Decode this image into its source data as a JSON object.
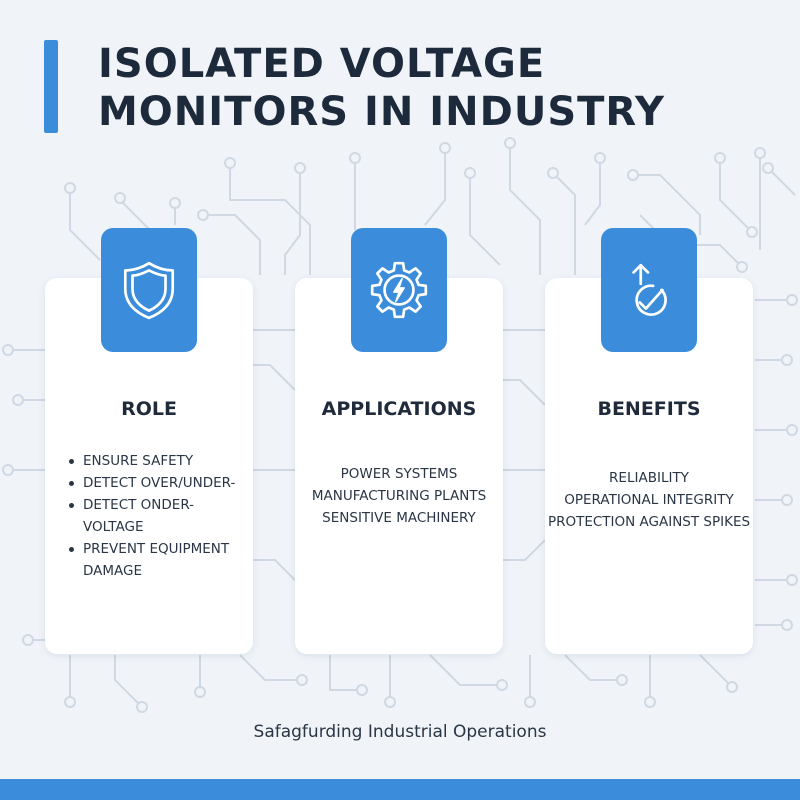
{
  "header": {
    "title_line1": "ISOLATED VOLTAGE",
    "title_line2": "MONITORS IN INDUSTRY"
  },
  "cards": [
    {
      "icon": "shield-icon",
      "title": "ROLE",
      "items": [
        "ENSURE SAFETY",
        "DETECT OVER/UNDER-",
        "DETECT ONDER-VOLTAGE",
        "PREVENT EQUIPMENT DAMAGE"
      ]
    },
    {
      "icon": "gear-lightning-icon",
      "title": "APPLICATIONS",
      "items": [
        "POWER SYSTEMS",
        "MANUFACTURING PLANTS",
        "SENSITIVE MACHINERY"
      ]
    },
    {
      "icon": "arrow-check-icon",
      "title": "BENEFITS",
      "items": [
        "RELIABILITY",
        "OPERATIONAL INTEGRITY",
        "PROTECTION AGAINST SPIKES"
      ]
    }
  ],
  "footer": {
    "tagline": "Safagfurding Industrial Operations"
  },
  "colors": {
    "accent": "#3b8ddb",
    "background": "#f0f4f9",
    "card": "#ffffff",
    "text": "#1c2a3b",
    "circuit": "#cfd8e3"
  }
}
